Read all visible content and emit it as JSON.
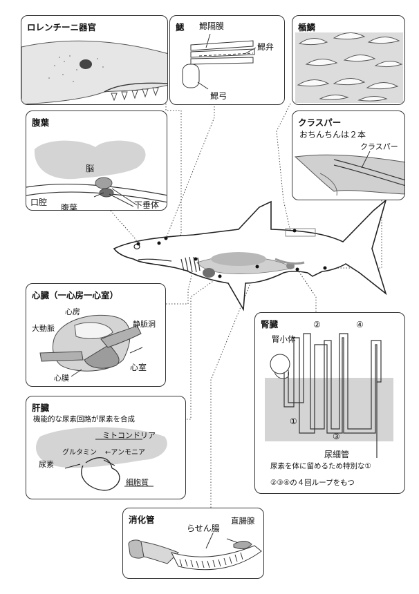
{
  "panels": {
    "lorenzini": {
      "title": "ロレンチーニ器官"
    },
    "gill": {
      "title": "鰓",
      "septum": "鰓隔膜",
      "valve": "鰓弁",
      "arch": "鰓弓"
    },
    "scales": {
      "title": "楯鱗"
    },
    "clasper": {
      "title": "クラスパー",
      "subtitle": "おちんちんは２本",
      "label": "クラスパー"
    },
    "pituitary": {
      "title": "腹葉",
      "brain": "脳",
      "mouth": "口腔",
      "ventral_lobe": "腹葉",
      "hypophysis": "下垂体"
    },
    "heart": {
      "title": "心臓（一心房一心室）",
      "atrium": "心房",
      "aorta": "大動脈",
      "sinus": "静脈洞",
      "ventricle": "心室",
      "pericardium": "心膜"
    },
    "liver": {
      "title": "肝臓",
      "desc": "機能的な尿素回路が尿素を合成",
      "mito": "ミトコンドリア",
      "glutamine": "グルタミン",
      "ammonia": "←アンモニア",
      "urea": "尿素",
      "cytoplasm": "細胞質"
    },
    "kidney": {
      "title": "腎臓",
      "corpuscle": "腎小体",
      "loop2": "②",
      "loop4": "④",
      "loop1": "①",
      "loop3": "③",
      "tubule": "尿細管",
      "note1": "尿素を体に留めるため特別な①",
      "note2": "②③④の４回ループをもつ"
    },
    "digestive": {
      "title": "消化管",
      "spiral": "らせん腸",
      "rectal": "直腸腺"
    }
  },
  "colors": {
    "line": "#222222",
    "organ_gray": "#c8c8c8",
    "dark_gray": "#6e6e6e",
    "panel_border": "#333333"
  }
}
